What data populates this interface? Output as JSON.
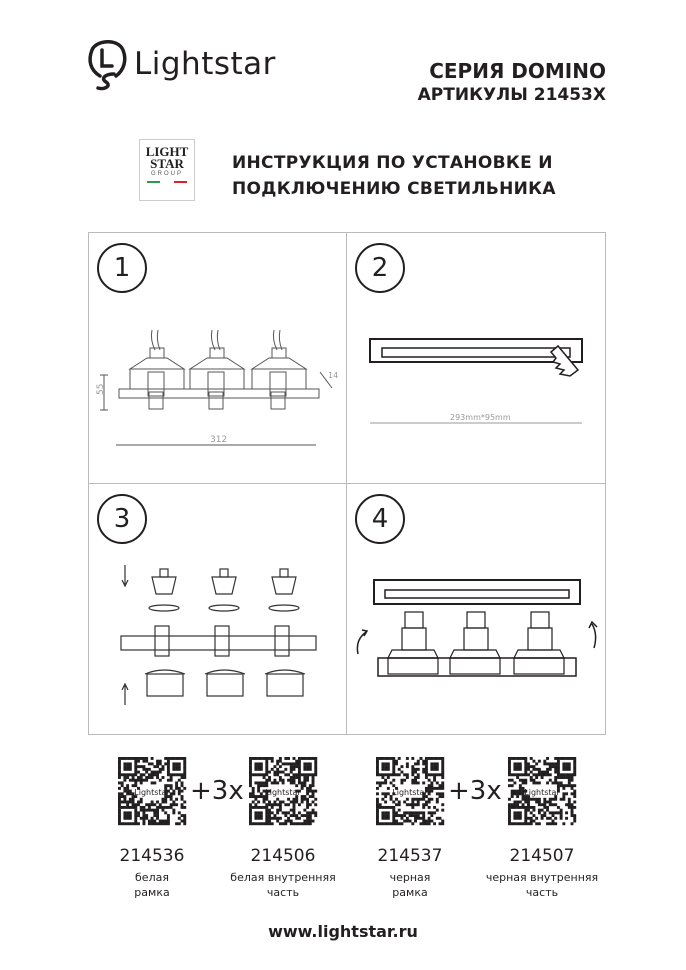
{
  "header": {
    "brand": "Lightstar",
    "series_title": "СЕРИЯ DOMINO",
    "articles": "АРТИКУЛЫ 21453X",
    "group_logo": {
      "line1": "LIGHT",
      "line2": "STAR",
      "line3": "GROUP"
    },
    "instruction_title_line1": "ИНСТРУКЦИЯ ПО УСТАНОВКЕ И",
    "instruction_title_line2": "ПОДКЛЮЧЕНИЮ СВЕТИЛЬНИКА"
  },
  "steps": [
    {
      "number": "1",
      "dim_height": "55",
      "dim_depth": "14",
      "dim_width": "312"
    },
    {
      "number": "2",
      "cutout": "293mm*95mm"
    },
    {
      "number": "3"
    },
    {
      "number": "4"
    }
  ],
  "parts": [
    {
      "code": "214536",
      "desc_line1": "белая",
      "desc_line2": "рамка",
      "qr_label": "Lightstar"
    },
    {
      "code": "214506",
      "desc_line1": "белая внутренняя",
      "desc_line2": "часть",
      "qr_label": "Lightstar"
    },
    {
      "code": "214537",
      "desc_line1": "черная",
      "desc_line2": "рамка",
      "qr_label": "Lightstar"
    },
    {
      "code": "214507",
      "desc_line1": "черная внутренняя",
      "desc_line2": "часть",
      "qr_label": "Lightstar"
    }
  ],
  "multiplier": "+3x",
  "website": "www.lightstar.ru",
  "colors": {
    "text": "#231f20",
    "flag_green": "#2e9a47",
    "flag_red": "#d8232a"
  }
}
